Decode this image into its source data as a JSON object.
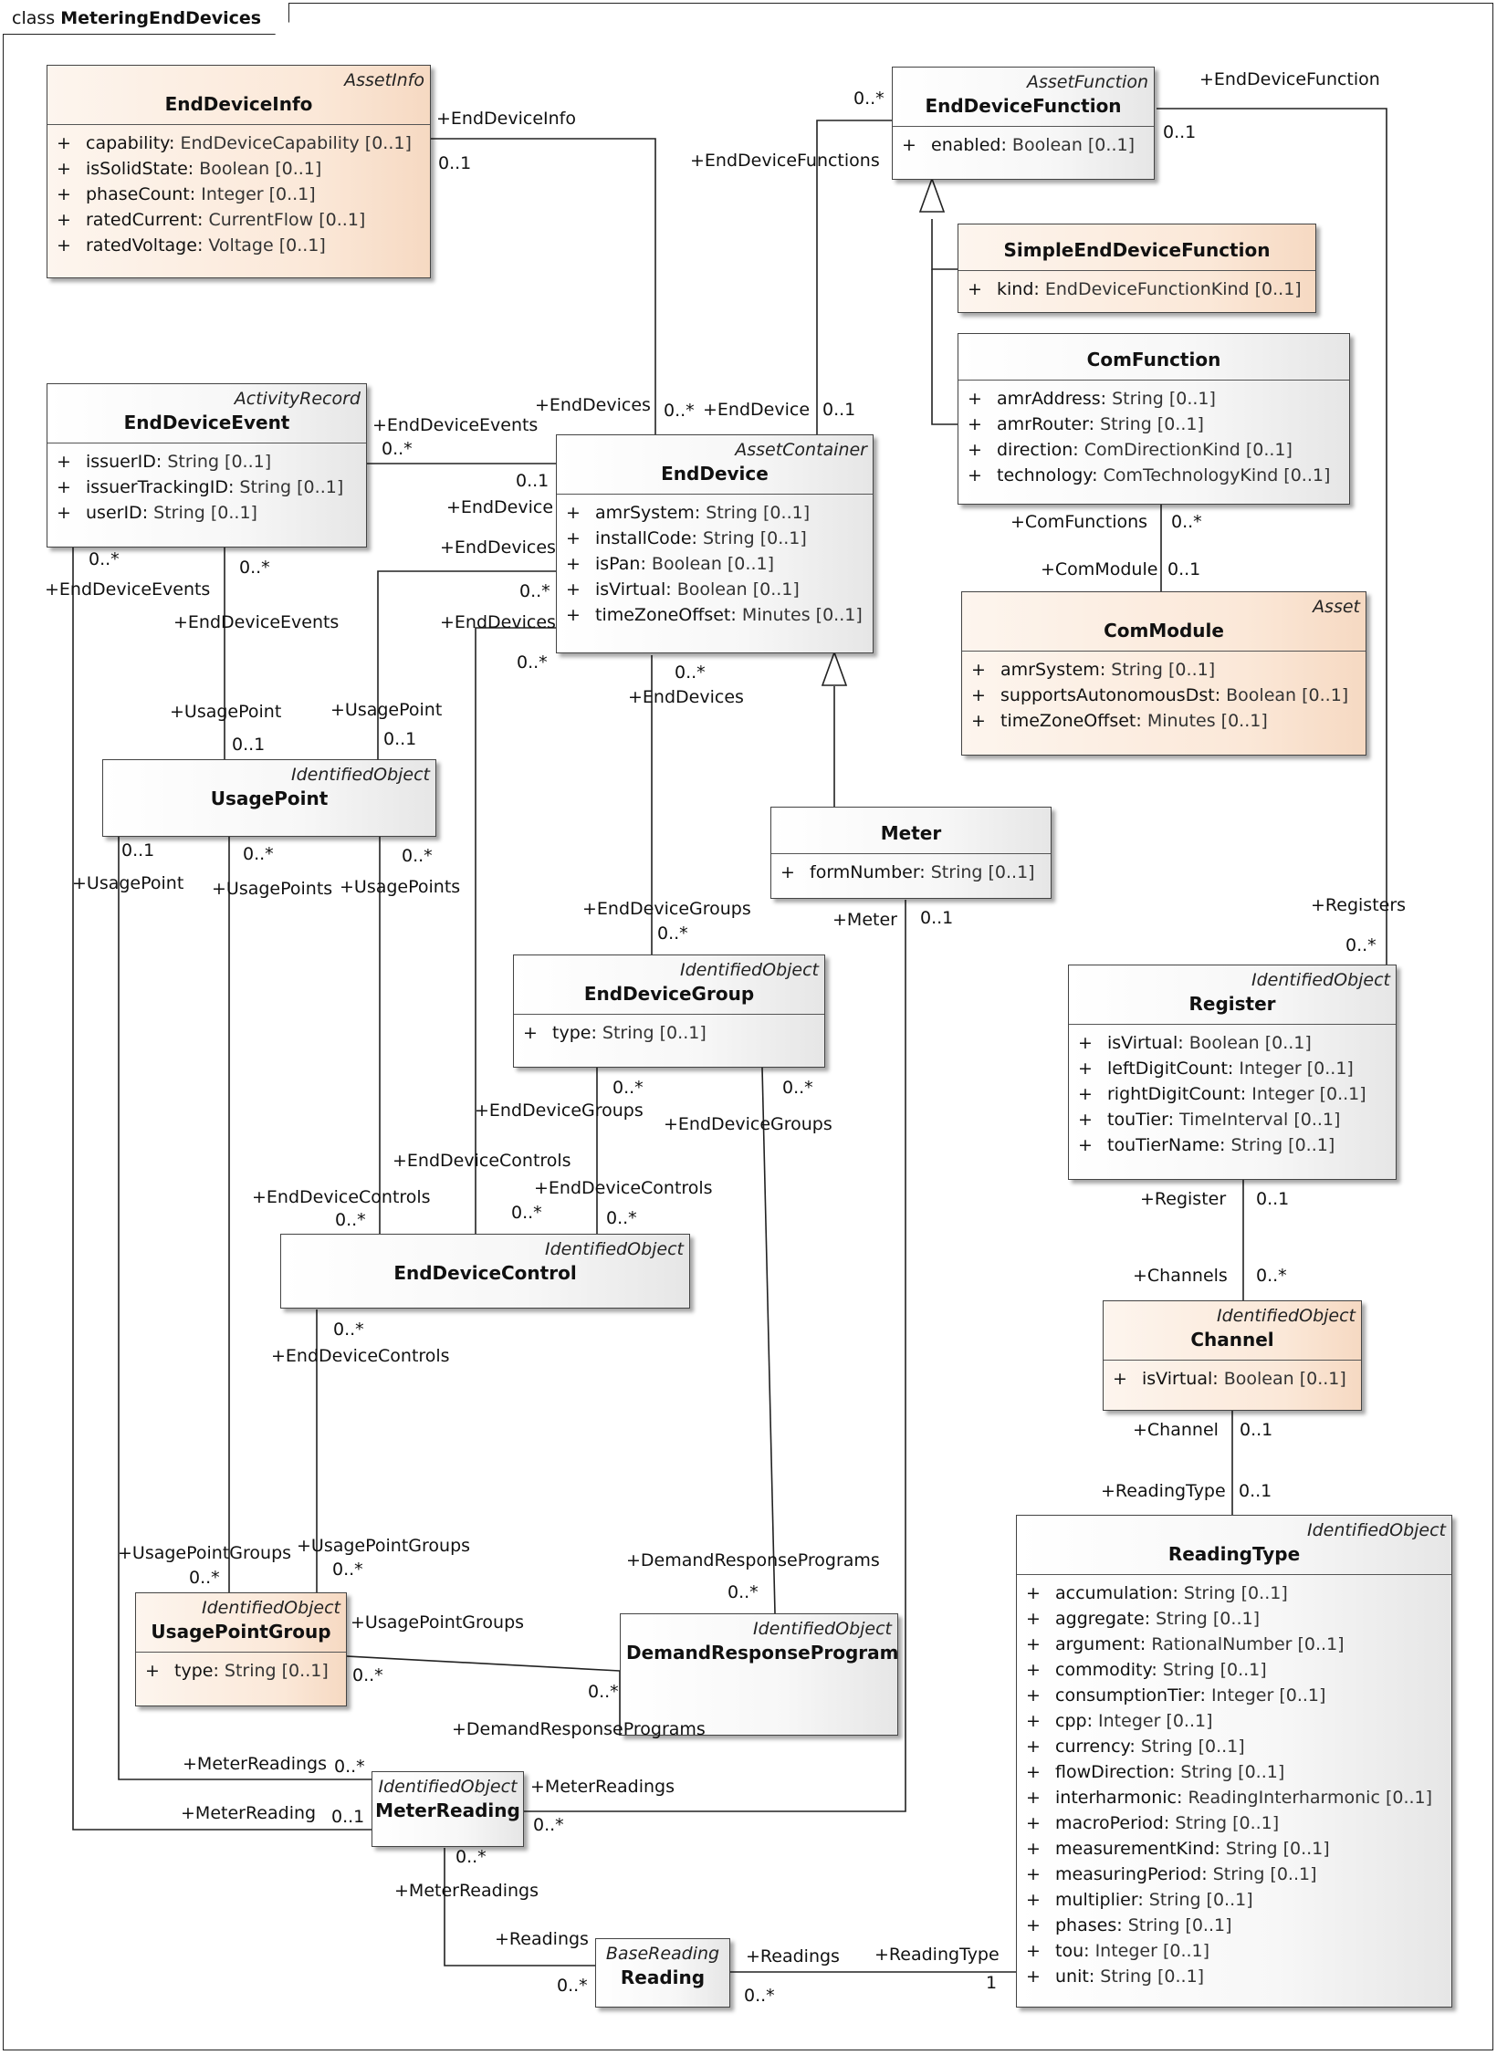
{
  "diagram": {
    "kind": "class",
    "name": "MeteringEndDevices"
  },
  "classes": {
    "EndDeviceInfo": {
      "stereotype": "AssetInfo",
      "name": "EndDeviceInfo",
      "attributes": [
        {
          "vis": "+",
          "name": "capability",
          "type": "EndDeviceCapability [0..1]"
        },
        {
          "vis": "+",
          "name": "isSolidState",
          "type": "Boolean [0..1]"
        },
        {
          "vis": "+",
          "name": "phaseCount",
          "type": "Integer [0..1]"
        },
        {
          "vis": "+",
          "name": "ratedCurrent",
          "type": "CurrentFlow [0..1]"
        },
        {
          "vis": "+",
          "name": "ratedVoltage",
          "type": "Voltage [0..1]"
        }
      ]
    },
    "EndDeviceFunction": {
      "stereotype": "AssetFunction",
      "name": "EndDeviceFunction",
      "attributes": [
        {
          "vis": "+",
          "name": "enabled",
          "type": "Boolean [0..1]"
        }
      ]
    },
    "SimpleEndDeviceFunction": {
      "stereotype": "",
      "name": "SimpleEndDeviceFunction",
      "attributes": [
        {
          "vis": "+",
          "name": "kind",
          "type": "EndDeviceFunctionKind [0..1]"
        }
      ]
    },
    "ComFunction": {
      "stereotype": "",
      "name": "ComFunction",
      "attributes": [
        {
          "vis": "+",
          "name": "amrAddress",
          "type": "String [0..1]"
        },
        {
          "vis": "+",
          "name": "amrRouter",
          "type": "String [0..1]"
        },
        {
          "vis": "+",
          "name": "direction",
          "type": "ComDirectionKind [0..1]"
        },
        {
          "vis": "+",
          "name": "technology",
          "type": "ComTechnologyKind [0..1]"
        }
      ]
    },
    "ComModule": {
      "stereotype": "Asset",
      "name": "ComModule",
      "attributes": [
        {
          "vis": "+",
          "name": "amrSystem",
          "type": "String [0..1]"
        },
        {
          "vis": "+",
          "name": "supportsAutonomousDst",
          "type": "Boolean [0..1]"
        },
        {
          "vis": "+",
          "name": "timeZoneOffset",
          "type": "Minutes [0..1]"
        }
      ]
    },
    "EndDeviceEvent": {
      "stereotype": "ActivityRecord",
      "name": "EndDeviceEvent",
      "attributes": [
        {
          "vis": "+",
          "name": "issuerID",
          "type": "String [0..1]"
        },
        {
          "vis": "+",
          "name": "issuerTrackingID",
          "type": "String [0..1]"
        },
        {
          "vis": "+",
          "name": "userID",
          "type": "String [0..1]"
        }
      ]
    },
    "EndDevice": {
      "stereotype": "AssetContainer",
      "name": "EndDevice",
      "attributes": [
        {
          "vis": "+",
          "name": "amrSystem",
          "type": "String [0..1]"
        },
        {
          "vis": "+",
          "name": "installCode",
          "type": "String [0..1]"
        },
        {
          "vis": "+",
          "name": "isPan",
          "type": "Boolean [0..1]"
        },
        {
          "vis": "+",
          "name": "isVirtual",
          "type": "Boolean [0..1]"
        },
        {
          "vis": "+",
          "name": "timeZoneOffset",
          "type": "Minutes [0..1]"
        }
      ]
    },
    "UsagePoint": {
      "stereotype": "IdentifiedObject",
      "name": "UsagePoint",
      "attributes": []
    },
    "Meter": {
      "stereotype": "",
      "name": "Meter",
      "attributes": [
        {
          "vis": "+",
          "name": "formNumber",
          "type": "String [0..1]"
        }
      ]
    },
    "EndDeviceGroup": {
      "stereotype": "IdentifiedObject",
      "name": "EndDeviceGroup",
      "attributes": [
        {
          "vis": "+",
          "name": "type",
          "type": "String [0..1]"
        }
      ]
    },
    "Register": {
      "stereotype": "IdentifiedObject",
      "name": "Register",
      "attributes": [
        {
          "vis": "+",
          "name": "isVirtual",
          "type": "Boolean [0..1]"
        },
        {
          "vis": "+",
          "name": "leftDigitCount",
          "type": "Integer [0..1]"
        },
        {
          "vis": "+",
          "name": "rightDigitCount",
          "type": "Integer [0..1]"
        },
        {
          "vis": "+",
          "name": "touTier",
          "type": "TimeInterval [0..1]"
        },
        {
          "vis": "+",
          "name": "touTierName",
          "type": "String [0..1]"
        }
      ]
    },
    "EndDeviceControl": {
      "stereotype": "IdentifiedObject",
      "name": "EndDeviceControl",
      "attributes": []
    },
    "Channel": {
      "stereotype": "IdentifiedObject",
      "name": "Channel",
      "attributes": [
        {
          "vis": "+",
          "name": "isVirtual",
          "type": "Boolean [0..1]"
        }
      ]
    },
    "ReadingType": {
      "stereotype": "IdentifiedObject",
      "name": "ReadingType",
      "attributes": [
        {
          "vis": "+",
          "name": "accumulation",
          "type": "String [0..1]"
        },
        {
          "vis": "+",
          "name": "aggregate",
          "type": "String [0..1]"
        },
        {
          "vis": "+",
          "name": "argument",
          "type": "RationalNumber [0..1]"
        },
        {
          "vis": "+",
          "name": "commodity",
          "type": "String [0..1]"
        },
        {
          "vis": "+",
          "name": "consumptionTier",
          "type": "Integer [0..1]"
        },
        {
          "vis": "+",
          "name": "cpp",
          "type": "Integer [0..1]"
        },
        {
          "vis": "+",
          "name": "currency",
          "type": "String [0..1]"
        },
        {
          "vis": "+",
          "name": "flowDirection",
          "type": "String [0..1]"
        },
        {
          "vis": "+",
          "name": "interharmonic",
          "type": "ReadingInterharmonic [0..1]"
        },
        {
          "vis": "+",
          "name": "macroPeriod",
          "type": "String [0..1]"
        },
        {
          "vis": "+",
          "name": "measurementKind",
          "type": "String [0..1]"
        },
        {
          "vis": "+",
          "name": "measuringPeriod",
          "type": "String [0..1]"
        },
        {
          "vis": "+",
          "name": "multiplier",
          "type": "String [0..1]"
        },
        {
          "vis": "+",
          "name": "phases",
          "type": "String [0..1]"
        },
        {
          "vis": "+",
          "name": "tou",
          "type": "Integer [0..1]"
        },
        {
          "vis": "+",
          "name": "unit",
          "type": "String [0..1]"
        }
      ]
    },
    "UsagePointGroup": {
      "stereotype": "IdentifiedObject",
      "name": "UsagePointGroup",
      "attributes": [
        {
          "vis": "+",
          "name": "type",
          "type": "String [0..1]"
        }
      ]
    },
    "DemandResponseProgram": {
      "stereotype": "IdentifiedObject",
      "name": "DemandResponseProgram",
      "attributes": []
    },
    "MeterReading": {
      "stereotype": "IdentifiedObject",
      "name": "MeterReading",
      "attributes": []
    },
    "Reading": {
      "stereotype": "BaseReading",
      "name": "Reading",
      "attributes": []
    }
  },
  "labels": [
    {
      "id": "l01",
      "text": "+EndDeviceInfo"
    },
    {
      "id": "l02",
      "text": "0..1"
    },
    {
      "id": "l03",
      "text": "0..*"
    },
    {
      "id": "l04",
      "text": "+EndDeviceFunctions"
    },
    {
      "id": "l05",
      "text": "+EndDeviceFunction"
    },
    {
      "id": "l06",
      "text": "0..1"
    },
    {
      "id": "l07",
      "text": "+EndDevices"
    },
    {
      "id": "l08",
      "text": "0..*"
    },
    {
      "id": "l09",
      "text": "+EndDevice"
    },
    {
      "id": "l10",
      "text": "0..1"
    },
    {
      "id": "l11",
      "text": "+EndDeviceEvents"
    },
    {
      "id": "l12",
      "text": "0..*"
    },
    {
      "id": "l13",
      "text": "0..1"
    },
    {
      "id": "l14",
      "text": "+EndDevice"
    },
    {
      "id": "l15",
      "text": "+EndDevices"
    },
    {
      "id": "l16",
      "text": "0..*"
    },
    {
      "id": "l17",
      "text": "+EndDevices"
    },
    {
      "id": "l18",
      "text": "0..*"
    },
    {
      "id": "l19",
      "text": "+ComFunctions"
    },
    {
      "id": "l20",
      "text": "0..*"
    },
    {
      "id": "l21",
      "text": "+ComModule"
    },
    {
      "id": "l22",
      "text": "0..1"
    },
    {
      "id": "l23",
      "text": "0..*"
    },
    {
      "id": "l24",
      "text": "+EndDeviceEvents"
    },
    {
      "id": "l25",
      "text": "0..*"
    },
    {
      "id": "l26",
      "text": "+EndDeviceEvents"
    },
    {
      "id": "l27",
      "text": "0..*"
    },
    {
      "id": "l28",
      "text": "+EndDevices"
    },
    {
      "id": "l29",
      "text": "+UsagePoint"
    },
    {
      "id": "l30",
      "text": "0..1"
    },
    {
      "id": "l31",
      "text": "+UsagePoint"
    },
    {
      "id": "l32",
      "text": "0..1"
    },
    {
      "id": "l33",
      "text": "0..1"
    },
    {
      "id": "l34",
      "text": "+UsagePoint"
    },
    {
      "id": "l35",
      "text": "0..*"
    },
    {
      "id": "l36",
      "text": "+UsagePoints"
    },
    {
      "id": "l37",
      "text": "0..*"
    },
    {
      "id": "l38",
      "text": "+UsagePoints"
    },
    {
      "id": "l39",
      "text": "+EndDeviceGroups"
    },
    {
      "id": "l40",
      "text": "0..*"
    },
    {
      "id": "l41",
      "text": "+Meter"
    },
    {
      "id": "l42",
      "text": "0..1"
    },
    {
      "id": "l43",
      "text": "+Registers"
    },
    {
      "id": "l44",
      "text": "0..*"
    },
    {
      "id": "l45",
      "text": "0..*"
    },
    {
      "id": "l46",
      "text": "0..*"
    },
    {
      "id": "l47",
      "text": "+EndDeviceGroups"
    },
    {
      "id": "l48",
      "text": "+EndDeviceGroups"
    },
    {
      "id": "l49",
      "text": "+EndDeviceControls"
    },
    {
      "id": "l50",
      "text": "+EndDeviceControls"
    },
    {
      "id": "l51",
      "text": "+EndDeviceControls"
    },
    {
      "id": "l52",
      "text": "0..*"
    },
    {
      "id": "l53",
      "text": "0..*"
    },
    {
      "id": "l54",
      "text": "0..*"
    },
    {
      "id": "l55",
      "text": "+Register"
    },
    {
      "id": "l56",
      "text": "0..1"
    },
    {
      "id": "l57",
      "text": "+Channels"
    },
    {
      "id": "l58",
      "text": "0..*"
    },
    {
      "id": "l59",
      "text": "0..*"
    },
    {
      "id": "l60",
      "text": "+EndDeviceControls"
    },
    {
      "id": "l61",
      "text": "+Channel"
    },
    {
      "id": "l62",
      "text": "0..1"
    },
    {
      "id": "l63",
      "text": "+ReadingType"
    },
    {
      "id": "l64",
      "text": "0..1"
    },
    {
      "id": "l65",
      "text": "+UsagePointGroups"
    },
    {
      "id": "l66",
      "text": "0..*"
    },
    {
      "id": "l67",
      "text": "+UsagePointGroups"
    },
    {
      "id": "l68",
      "text": "0..*"
    },
    {
      "id": "l69",
      "text": "+DemandResponsePrograms"
    },
    {
      "id": "l70",
      "text": "0..*"
    },
    {
      "id": "l71",
      "text": "+UsagePointGroups"
    },
    {
      "id": "l72",
      "text": "0..*"
    },
    {
      "id": "l73",
      "text": "0..*"
    },
    {
      "id": "l74",
      "text": "+DemandResponsePrograms"
    },
    {
      "id": "l75",
      "text": "+MeterReadings"
    },
    {
      "id": "l76",
      "text": "0..*"
    },
    {
      "id": "l77",
      "text": "+MeterReadings"
    },
    {
      "id": "l78",
      "text": "+MeterReading"
    },
    {
      "id": "l79",
      "text": "0..1"
    },
    {
      "id": "l80",
      "text": "0..*"
    },
    {
      "id": "l81",
      "text": "0..*"
    },
    {
      "id": "l82",
      "text": "+MeterReadings"
    },
    {
      "id": "l83",
      "text": "+Readings"
    },
    {
      "id": "l84",
      "text": "+Readings"
    },
    {
      "id": "l85",
      "text": "+ReadingType"
    },
    {
      "id": "l86",
      "text": "0..*"
    },
    {
      "id": "l87",
      "text": "0..*"
    },
    {
      "id": "l88",
      "text": "1"
    }
  ]
}
